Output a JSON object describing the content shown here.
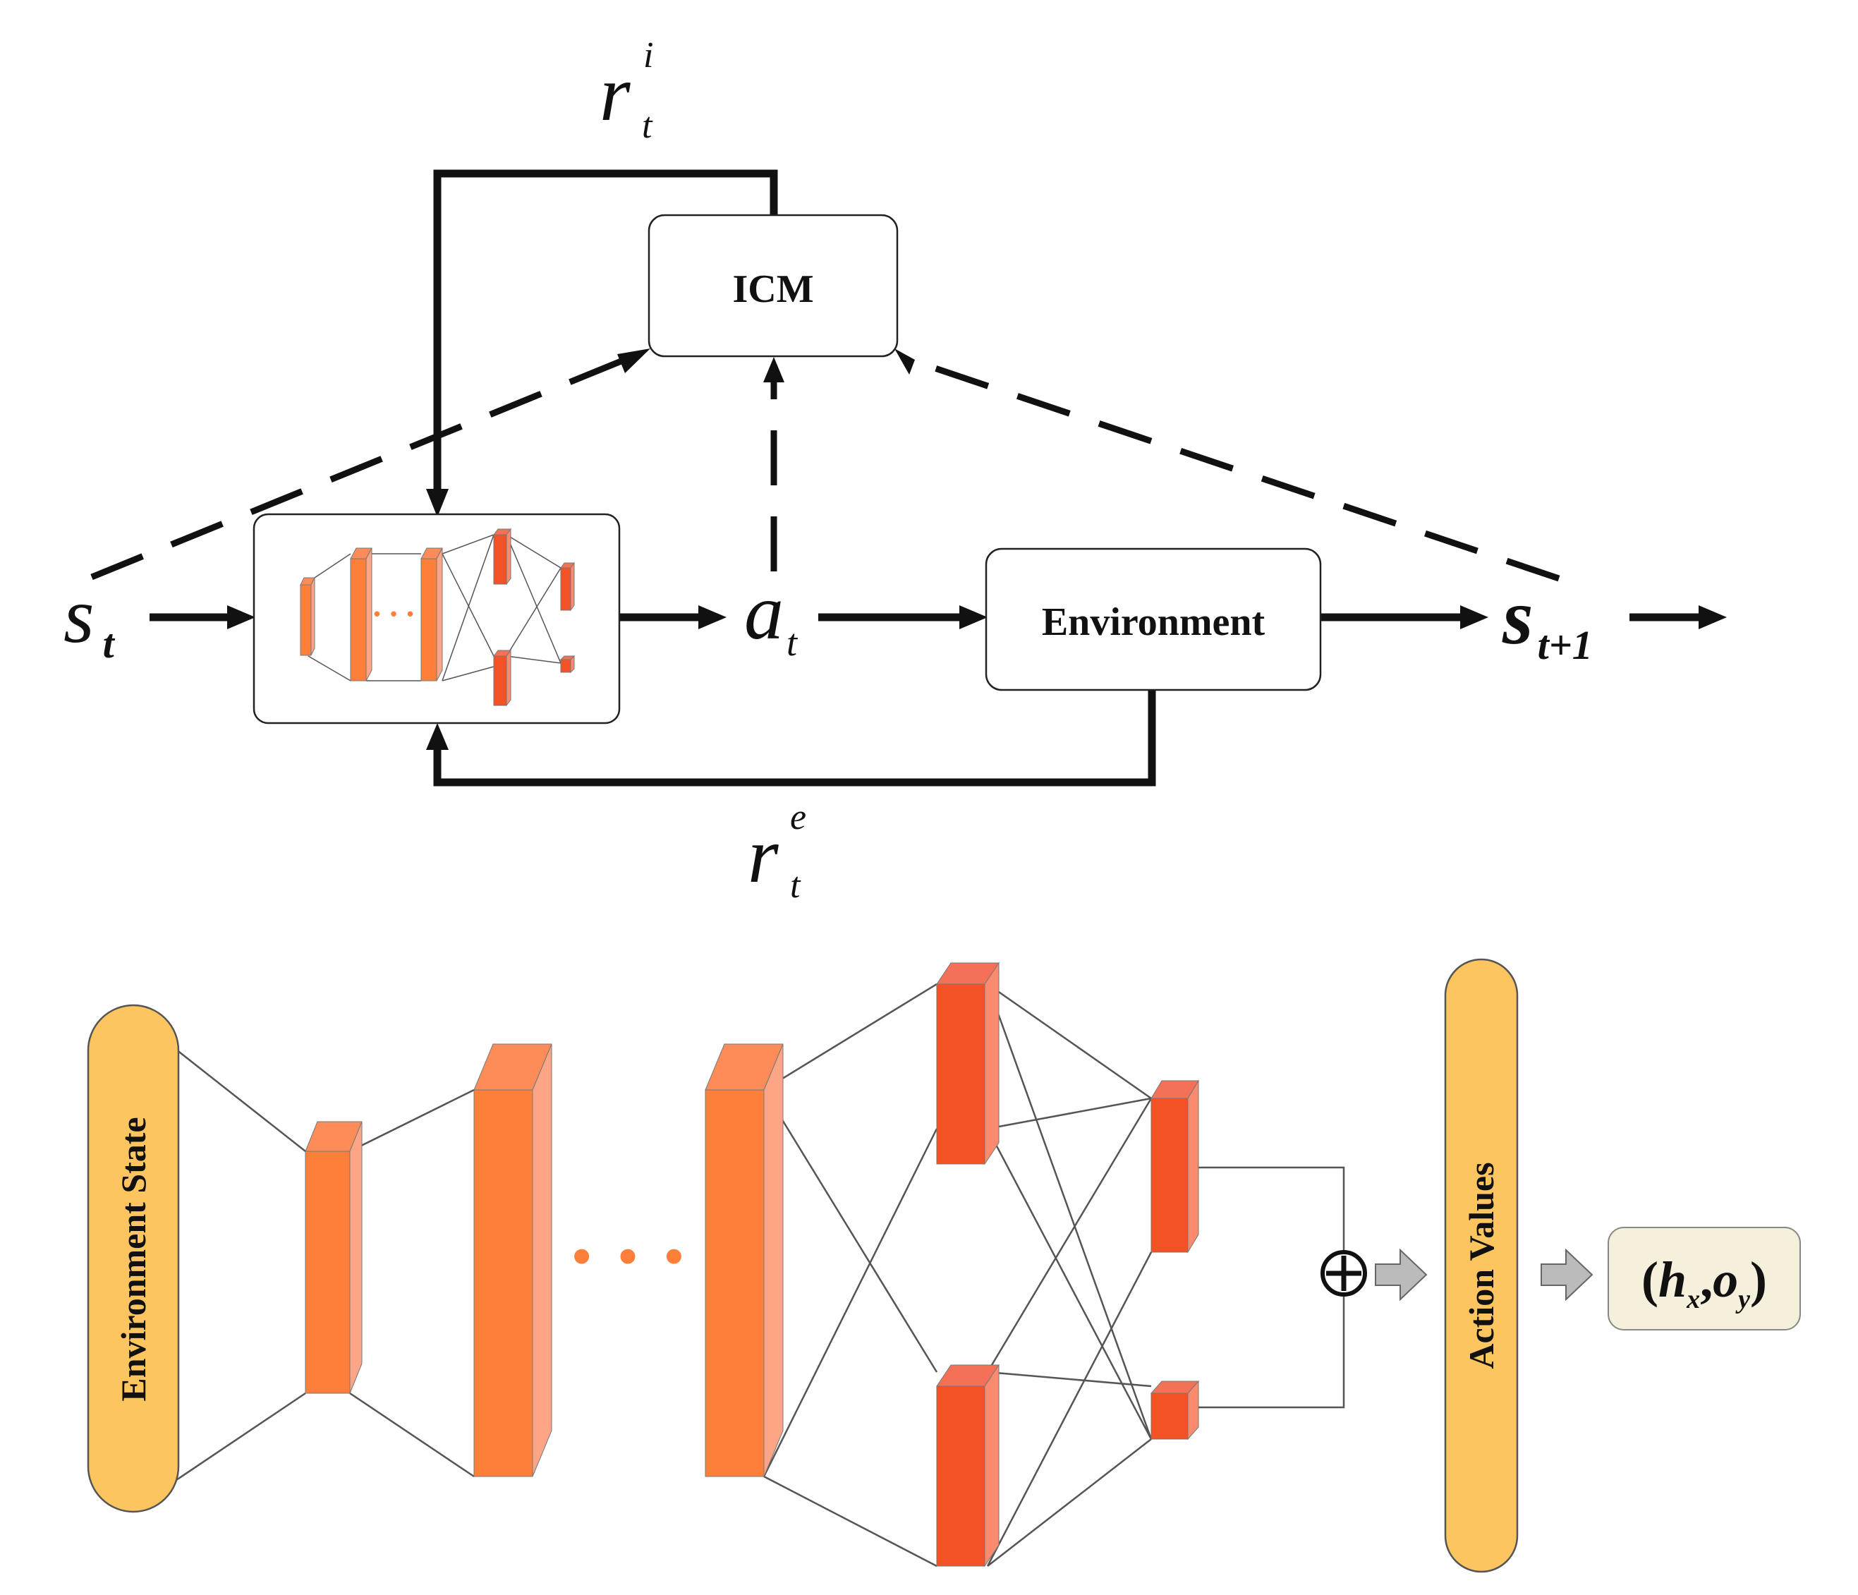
{
  "top_diagram": {
    "icm_label": "ICM",
    "environment_label": "Environment",
    "state": {
      "symbol": "s",
      "subscript": "t"
    },
    "next_state": {
      "symbol": "s",
      "subscript": "t+1"
    },
    "action": {
      "symbol": "a",
      "subscript": "t"
    },
    "intrinsic_reward": {
      "symbol": "r",
      "superscript": "i",
      "subscript": "t"
    },
    "extrinsic_reward": {
      "symbol": "r",
      "superscript": "e",
      "subscript": "t"
    }
  },
  "bottom_diagram": {
    "input_label": "Environment State",
    "output_label": "Action Values",
    "ellipsis": "• • •",
    "merge_symbol": "⊕",
    "result": {
      "open": "(",
      "h": "h",
      "h_sub": "x",
      "comma": ",",
      "o": "o",
      "o_sub": "y",
      "close": ")"
    }
  },
  "colors": {
    "line": "#1a1a1a",
    "thin_line": "#555555",
    "pill_fill": "#fcc560",
    "pill_stroke": "#555555",
    "conv_front": "#fd7f3a",
    "conv_side": "#fda585",
    "conv_top": "#fd8c58",
    "fc_front": "#f25224",
    "fc_side": "#fc8a6e",
    "fc_top": "#f47158",
    "result_fill": "#f4f0dc",
    "arrow_gray": "#bbbbbb"
  }
}
